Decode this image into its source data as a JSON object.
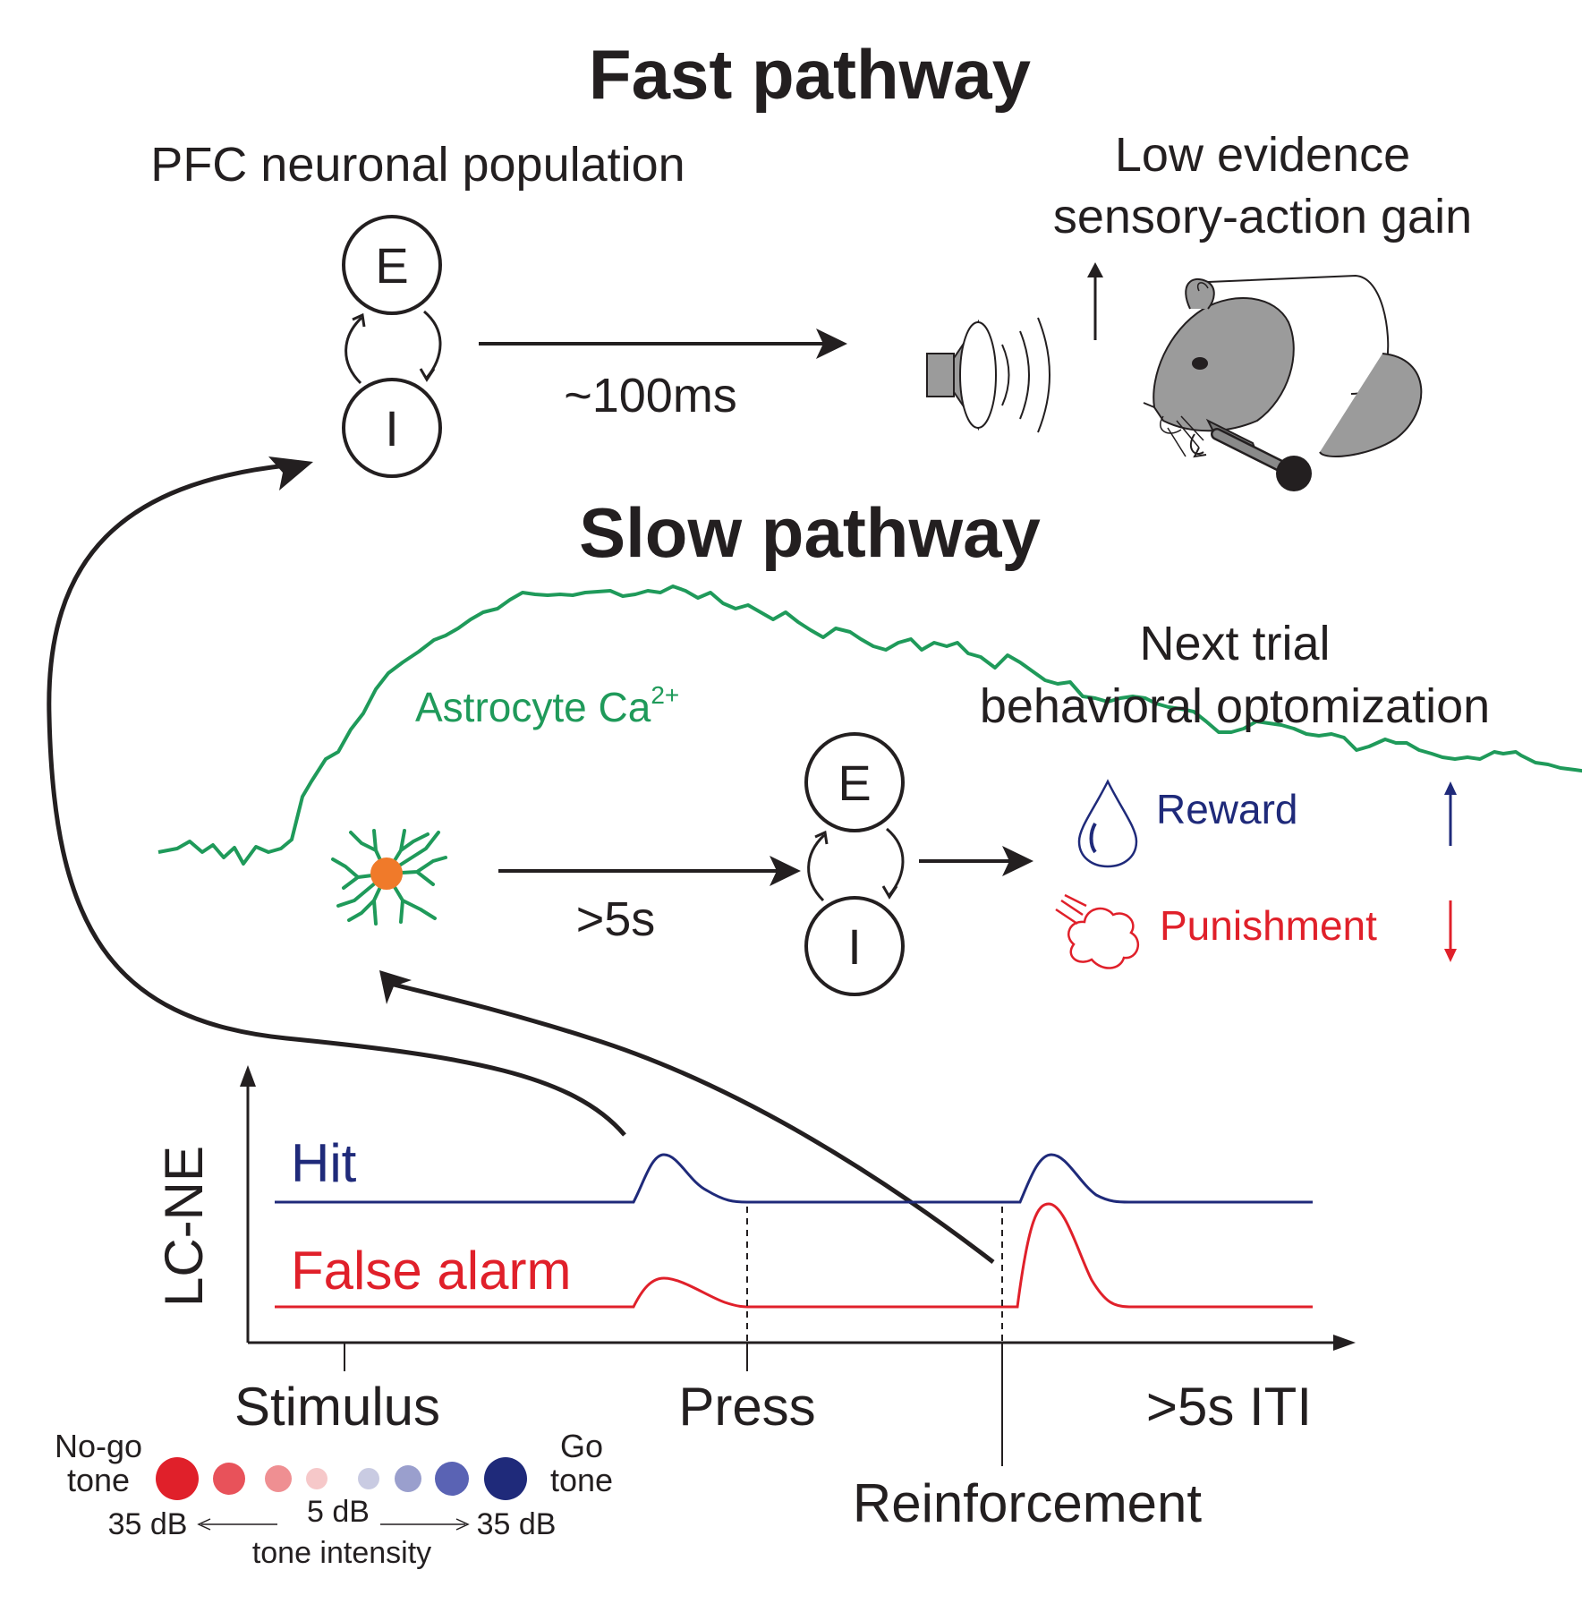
{
  "fast": {
    "title": "Fast pathway",
    "population_label": "PFC neuronal population",
    "node_e": "E",
    "node_i": "I",
    "delay": "~100ms",
    "gain_line1": "Low evidence",
    "gain_line2": "sensory-action gain"
  },
  "slow": {
    "title": "Slow pathway",
    "astro_label": "Astrocyte Ca",
    "astro_sup": "2+",
    "node_e": "E",
    "node_i": "I",
    "delay": ">5s",
    "next_line1": "Next trial",
    "next_line2": "behavioral optomization",
    "reward": "Reward",
    "punishment": "Punishment"
  },
  "plot": {
    "ylabel": "LC-NE",
    "hit": "Hit",
    "false_alarm": "False alarm",
    "stimulus": "Stimulus",
    "press": "Press",
    "iti": ">5s ITI",
    "reinforcement": "Reinforcement"
  },
  "legend": {
    "nogo_line1": "No-go",
    "nogo_line2": "tone",
    "go_line1": "Go",
    "go_line2": "tone",
    "left_db": "35 dB",
    "mid_db": "5 dB",
    "right_db": "35 dB",
    "caption": "tone intensity",
    "tones": [
      {
        "color": "#e0202a"
      },
      {
        "color": "#e8525a"
      },
      {
        "color": "#ef8f92"
      },
      {
        "color": "#f6c8c9"
      },
      {
        "color": "#c9cbe2"
      },
      {
        "color": "#9a9fcd"
      },
      {
        "color": "#5a63b4"
      },
      {
        "color": "#1f2a7a"
      }
    ]
  },
  "colors": {
    "blue": "#1f2a7a",
    "red": "#e0202a",
    "green": "#1f9a5a",
    "dark": "#231f20",
    "mouse": "#9b9b9b",
    "astro_body": "#f07a2a"
  }
}
